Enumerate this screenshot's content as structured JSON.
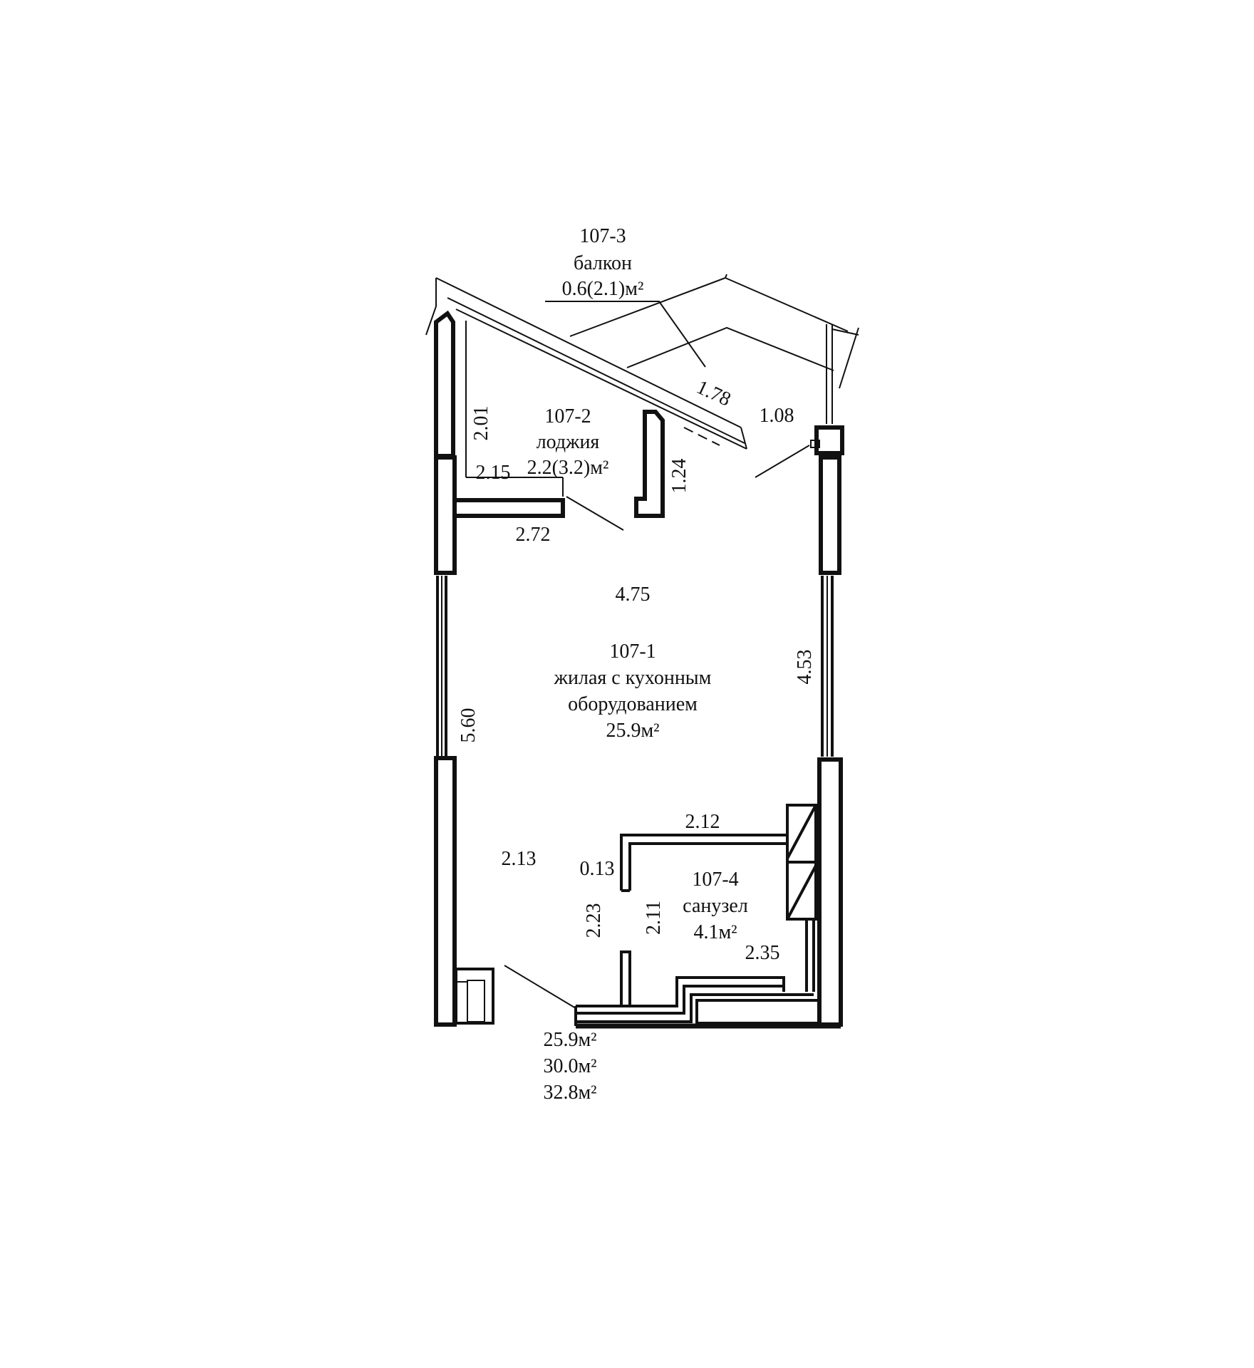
{
  "rooms": {
    "balcony": {
      "id": "107-3",
      "name": "балкон",
      "area": "0.6(2.1)м²"
    },
    "loggia": {
      "id": "107-2",
      "name": "лоджия",
      "area": "2.2(3.2)м²"
    },
    "living": {
      "id": "107-1",
      "name_line1": "жилая с кухонным",
      "name_line2": "оборудованием",
      "area": "25.9м²"
    },
    "bathroom": {
      "id": "107-4",
      "name": "санузел",
      "area": "4.1м²"
    }
  },
  "dimensions": {
    "d_178": "1.78",
    "d_108": "1.08",
    "d_201": "2.01",
    "d_215": "2.15",
    "d_124": "1.24",
    "d_272": "2.72",
    "d_475": "4.75",
    "d_453": "4.53",
    "d_560": "5.60",
    "d_212": "2.12",
    "d_213": "2.13",
    "d_013": "0.13",
    "d_223": "2.23",
    "d_211": "2.11",
    "d_235": "2.35"
  },
  "totals": {
    "living_area": "25.9м²",
    "total_area": "30.0м²",
    "total_with_outdoor": "32.8м²"
  }
}
